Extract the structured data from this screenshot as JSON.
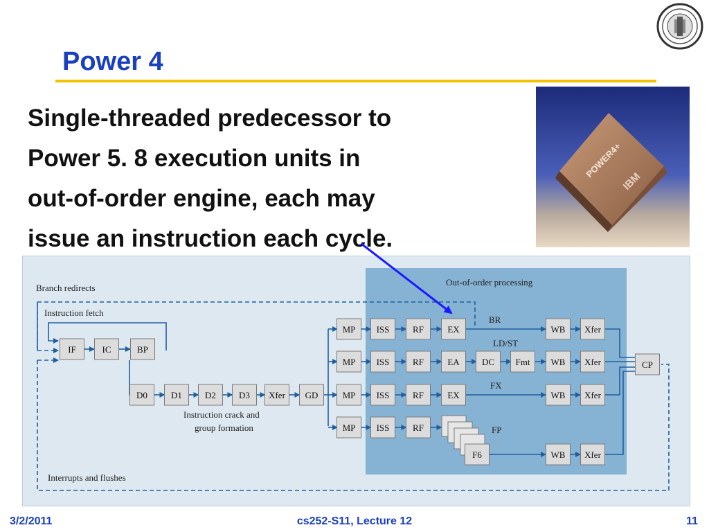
{
  "slide": {
    "title": "Power 4",
    "body_lines": [
      "Single-threaded predecessor to",
      "Power 5.  8 execution units in",
      "out-of-order engine, each may",
      "issue an instruction each cycle."
    ],
    "chip_label": "POWER4+",
    "chip_brand": "IBM",
    "seal_icon": "university-seal-icon"
  },
  "diagram": {
    "labels": {
      "branch_redirects": "Branch redirects",
      "instruction_fetch": "Instruction fetch",
      "out_of_order": "Out-of-order processing",
      "crack_line1": "Instruction crack and",
      "crack_line2": "group formation",
      "interrupts": "Interrupts and flushes",
      "br": "BR",
      "ldst": "LD/ST",
      "fx": "FX",
      "fp": "FP"
    },
    "fetch_stages": [
      "IF",
      "IC",
      "BP"
    ],
    "decode_stages": [
      "D0",
      "D1",
      "D2",
      "D3",
      "Xfer",
      "GD"
    ],
    "pipelines": [
      [
        "MP",
        "ISS",
        "RF",
        "EX",
        "WB",
        "Xfer"
      ],
      [
        "MP",
        "ISS",
        "RF",
        "EA",
        "DC",
        "Fmt",
        "WB",
        "Xfer"
      ],
      [
        "MP",
        "ISS",
        "RF",
        "EX",
        "WB",
        "Xfer"
      ],
      [
        "MP",
        "ISS",
        "RF",
        "F6",
        "WB",
        "Xfer"
      ]
    ],
    "commit": "CP"
  },
  "footer": {
    "date": "3/2/2011",
    "course": "cs252-S11, Lecture 12",
    "page": "11"
  }
}
